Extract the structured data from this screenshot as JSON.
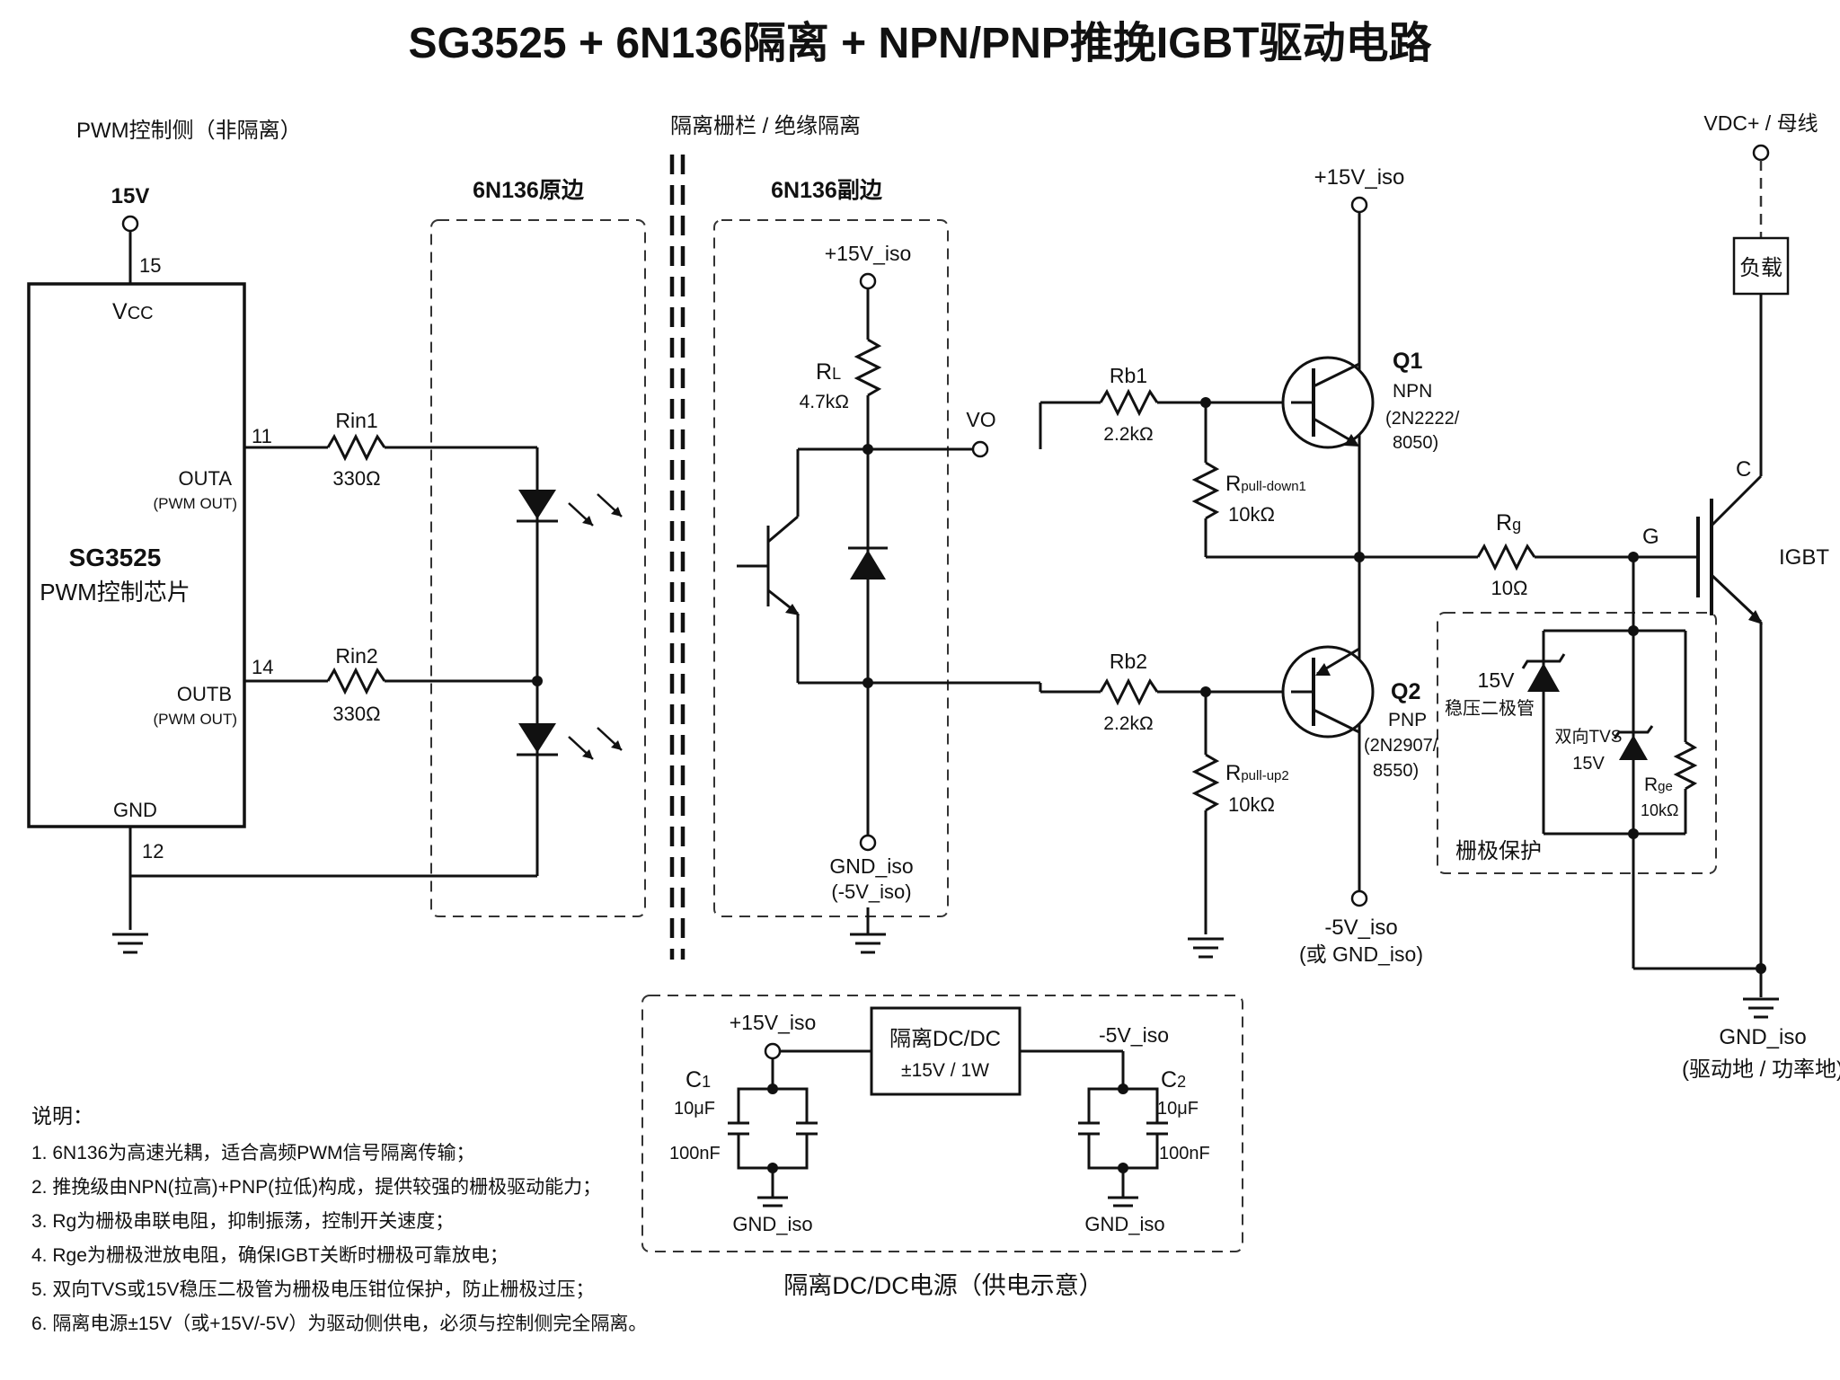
{
  "title": "SG3525 + 6N136隔离 + NPN/PNP推挽IGBT驱动电路",
  "sections": {
    "pwm_side": "PWM控制侧（非隔离）",
    "barrier": "隔离栅栏 / 绝缘隔离",
    "primary": "6N136原边",
    "secondary": "6N136副边",
    "gate_protect": "栅极保护",
    "dcdc_caption": "隔离DC/DC电源（供电示意）"
  },
  "ic": {
    "name": "SG3525",
    "desc": "PWM控制芯片",
    "vcc_main": "V",
    "vcc_sub": "CC",
    "supply": "15V",
    "pin15": "15",
    "pin11": "11",
    "pin14": "14",
    "pin12": "12",
    "outa": "OUTA",
    "outa_sub": "(PWM OUT)",
    "outb": "OUTB",
    "outb_sub": "(PWM OUT)",
    "gnd": "GND"
  },
  "components": {
    "rin1": {
      "name": "Rin1",
      "value": "330Ω"
    },
    "rin2": {
      "name": "Rin2",
      "value": "330Ω"
    },
    "rl": {
      "name": "R",
      "sub": "L",
      "value": "4.7kΩ"
    },
    "rb1": {
      "name": "Rb1",
      "value": "2.2kΩ"
    },
    "rb2": {
      "name": "Rb2",
      "value": "2.2kΩ"
    },
    "rpd": {
      "name": "R",
      "sub": "pull-down1",
      "value": "10kΩ"
    },
    "rpu": {
      "name": "R",
      "sub": "pull-up2",
      "value": "10kΩ"
    },
    "rg": {
      "name": "R",
      "sub": "g",
      "value": "10Ω"
    },
    "rge": {
      "name": "R",
      "sub": "ge",
      "value": "10kΩ"
    },
    "q1": {
      "name": "Q1",
      "type": "NPN",
      "part1": "(2N2222/",
      "part2": "8050)"
    },
    "q2": {
      "name": "Q2",
      "type": "PNP",
      "part1": "(2N2907/",
      "part2": "8550)"
    },
    "zener": {
      "v": "15V",
      "name": "稳压二极管"
    },
    "tvs": {
      "name": "双向TVS",
      "v": "15V"
    },
    "igbt": {
      "name": "IGBT",
      "c": "C",
      "g": "G"
    },
    "load": "负载"
  },
  "nets": {
    "v15_iso": "+15V_iso",
    "gnd_iso": "GND_iso",
    "neg5_paren": "(-5V_iso)",
    "vo": "VO",
    "neg5_iso": "-5V_iso",
    "or_gnd_iso": "(或 GND_iso)",
    "vdc": "VDC+ / 母线",
    "gnd_drive": "GND_iso",
    "gnd_drive_note": "(驱动地 / 功率地)"
  },
  "dcdc": {
    "title": "隔离DC/DC",
    "spec": "±15V / 1W",
    "in_label": "+15V_iso",
    "out_label": "-5V_iso",
    "c1": "C",
    "c1_sub": "1",
    "c1_value": "10μF",
    "c1_small": "100nF",
    "c2": "C",
    "c2_sub": "2",
    "c2_value": "10μF",
    "c2_small": "100nF",
    "gnd_left": "GND_iso",
    "gnd_right": "GND_iso"
  },
  "notes": {
    "heading": "说明：",
    "items": [
      "1. 6N136为高速光耦，适合高频PWM信号隔离传输；",
      "2. 推挽级由NPN(拉高)+PNP(拉低)构成，提供较强的栅极驱动能力；",
      "3. Rg为栅极串联电阻，抑制振荡，控制开关速度；",
      "4. Rge为栅极泄放电阻，确保IGBT关断时栅极可靠放电；",
      "5. 双向TVS或15V稳压二极管为栅极电压钳位保护，防止栅极过压；",
      "6. 隔离电源±15V（或+15V/-5V）为驱动侧供电，必须与控制侧完全隔离。"
    ]
  }
}
